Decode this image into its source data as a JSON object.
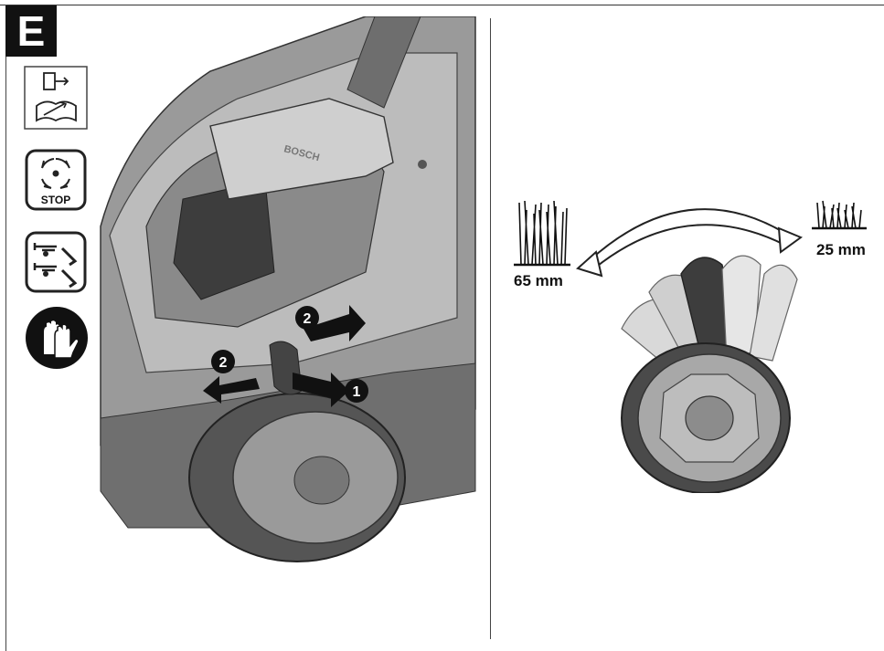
{
  "figure": {
    "letter": "E",
    "stop_label": "STOP",
    "brand_label": "BOSCH",
    "step_one": "1",
    "step_two": "2",
    "height_high": "65 mm",
    "height_low": "25 mm"
  },
  "colors": {
    "ink": "#111111",
    "body_grey": "#8c8c8c",
    "light_grey": "#bdbdbd",
    "dark_grey": "#4d4d4d"
  }
}
